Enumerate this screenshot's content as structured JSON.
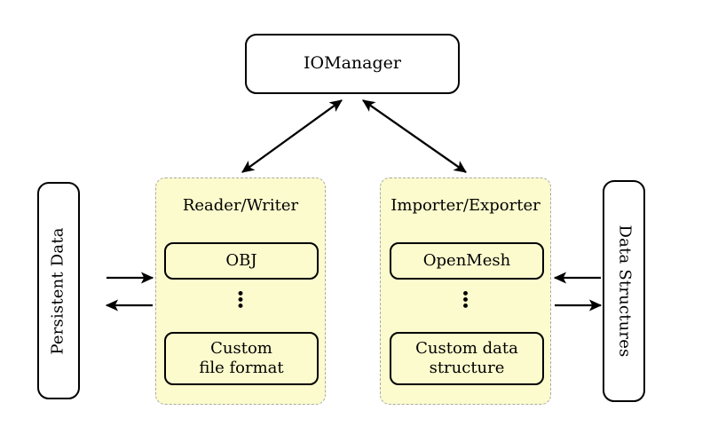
{
  "diagram": {
    "title_node": {
      "label": "IOManager"
    },
    "left_side": {
      "label": "Persistent Data"
    },
    "right_side": {
      "label": "Data Structures"
    },
    "groups": [
      {
        "id": "reader-writer",
        "title": "Reader/Writer",
        "items": [
          {
            "label": "OBJ"
          },
          {
            "label": "Custom\nfile format",
            "line1": "Custom",
            "line2": "file format"
          }
        ],
        "ellipsis": "⋮"
      },
      {
        "id": "importer-exporter",
        "title": "Importer/Exporter",
        "items": [
          {
            "label": "OpenMesh"
          },
          {
            "label": "Custom data\nstructure",
            "line1": "Custom data",
            "line2": "structure"
          }
        ],
        "ellipsis": "⋮"
      }
    ],
    "connections": [
      {
        "name": "iomanager-readerwriter",
        "type": "double-arrow"
      },
      {
        "name": "iomanager-importerexporter",
        "type": "double-arrow"
      },
      {
        "name": "persistentdata-to-readerwriter",
        "type": "arrow-right"
      },
      {
        "name": "readerwriter-to-persistentdata",
        "type": "arrow-left"
      },
      {
        "name": "datastructures-to-importerexporter",
        "type": "arrow-left"
      },
      {
        "name": "importerexporter-to-datastructures",
        "type": "arrow-right"
      }
    ],
    "colors": {
      "group_fill": "#fcfbcd",
      "group_border": "#a8a8a8",
      "node_border": "#000000",
      "page_background": "#ffffff",
      "text": "#000000"
    }
  }
}
